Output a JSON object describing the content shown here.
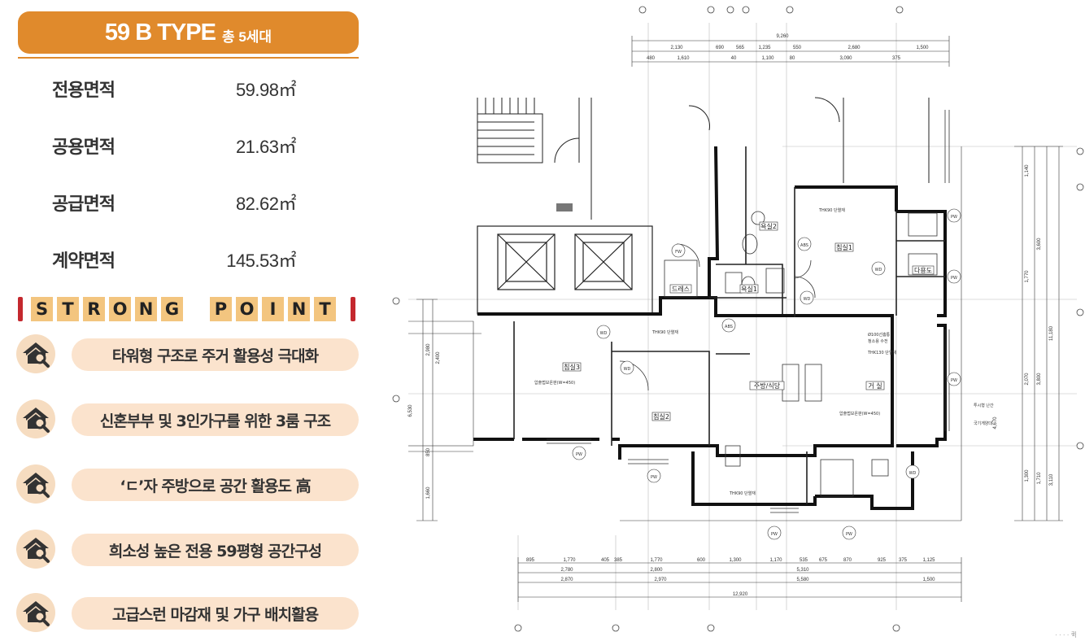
{
  "unit": {
    "type_title": "59 B TYPE",
    "households": "총 5세대"
  },
  "areas": [
    {
      "label": "전용면적",
      "value": "59.98㎡"
    },
    {
      "label": "공용면적",
      "value": "21.63㎡"
    },
    {
      "label": "공급면적",
      "value": "82.62㎡"
    },
    {
      "label": "계약면적",
      "value": "145.53㎡"
    }
  ],
  "strong_point": {
    "word1": [
      "S",
      "T",
      "R",
      "O",
      "N",
      "G"
    ],
    "word2": [
      "P",
      "O",
      "I",
      "N",
      "T"
    ],
    "accent_color": "#c4282e",
    "tile_color": "#f3c57f"
  },
  "points": [
    {
      "icon": "house-search-icon",
      "text": "타워형 구조로 주거 활용성 극대화"
    },
    {
      "icon": "house-search-icon",
      "text": "신혼부부 및 3인가구를 위한 3룸 구조"
    },
    {
      "icon": "house-search-icon",
      "text": "‘ㄷ’자 주방으로 공간 활용도 高"
    },
    {
      "icon": "house-search-icon",
      "text": "희소성 높은 전용 59평형 공간구성"
    },
    {
      "icon": "house-search-icon",
      "text": "고급스런 마감재 및 가구 배치활용"
    }
  ],
  "colors": {
    "brand": "#e08a2c",
    "pill": "#fbe3cd",
    "icon_bg": "#f6dcc0"
  },
  "floor_plan": {
    "rooms": {
      "bedroom1": "침실1",
      "bedroom2": "침실2",
      "bedroom3": "침실3",
      "kitchen": "주방/식당",
      "living": "거 실",
      "bath1": "욕실2",
      "bath2": "욕실1",
      "dress": "드레스",
      "utility": "다용도"
    },
    "dims_top_total": "9,260",
    "dims_top_row1": [
      "2,130",
      "690",
      "565",
      "1,235",
      "550",
      "2,680",
      "1,500"
    ],
    "dims_top_row2": [
      "480",
      "1,610",
      "40",
      "1,100",
      "80",
      "3,090",
      "375"
    ],
    "dims_bottom_row1": [
      "895",
      "1,770",
      "405",
      "385",
      "1,770",
      "600",
      "1,300",
      "1,170",
      "535",
      "675",
      "870",
      "925",
      "375",
      "1,125"
    ],
    "dims_bottom_row2": [
      "2,780",
      "2,800",
      "5,310"
    ],
    "dims_bottom_row3": [
      "2,870",
      "2,970",
      "5,580",
      "1,500"
    ],
    "dims_bottom_total": "12,920",
    "dims_left": [
      "2,980",
      "2,400",
      "6,530",
      "850",
      "1,660"
    ],
    "dims_right": [
      "1,140",
      "1,770",
      "3,600",
      "2,070",
      "3,800",
      "11,180",
      "4,670",
      "1,300",
      "1,710",
      "3,110"
    ],
    "notes": [
      "THK90 단열재",
      "압출법보온판(W=450)",
      "투시형 난간",
      "국기게양대",
      "THK130 단열재",
      "Ø100선홈통",
      "청소용 수전"
    ],
    "markers": [
      "PW",
      "WD",
      "ABS",
      "FW"
    ]
  },
  "watermark": "· · · · 퀵"
}
